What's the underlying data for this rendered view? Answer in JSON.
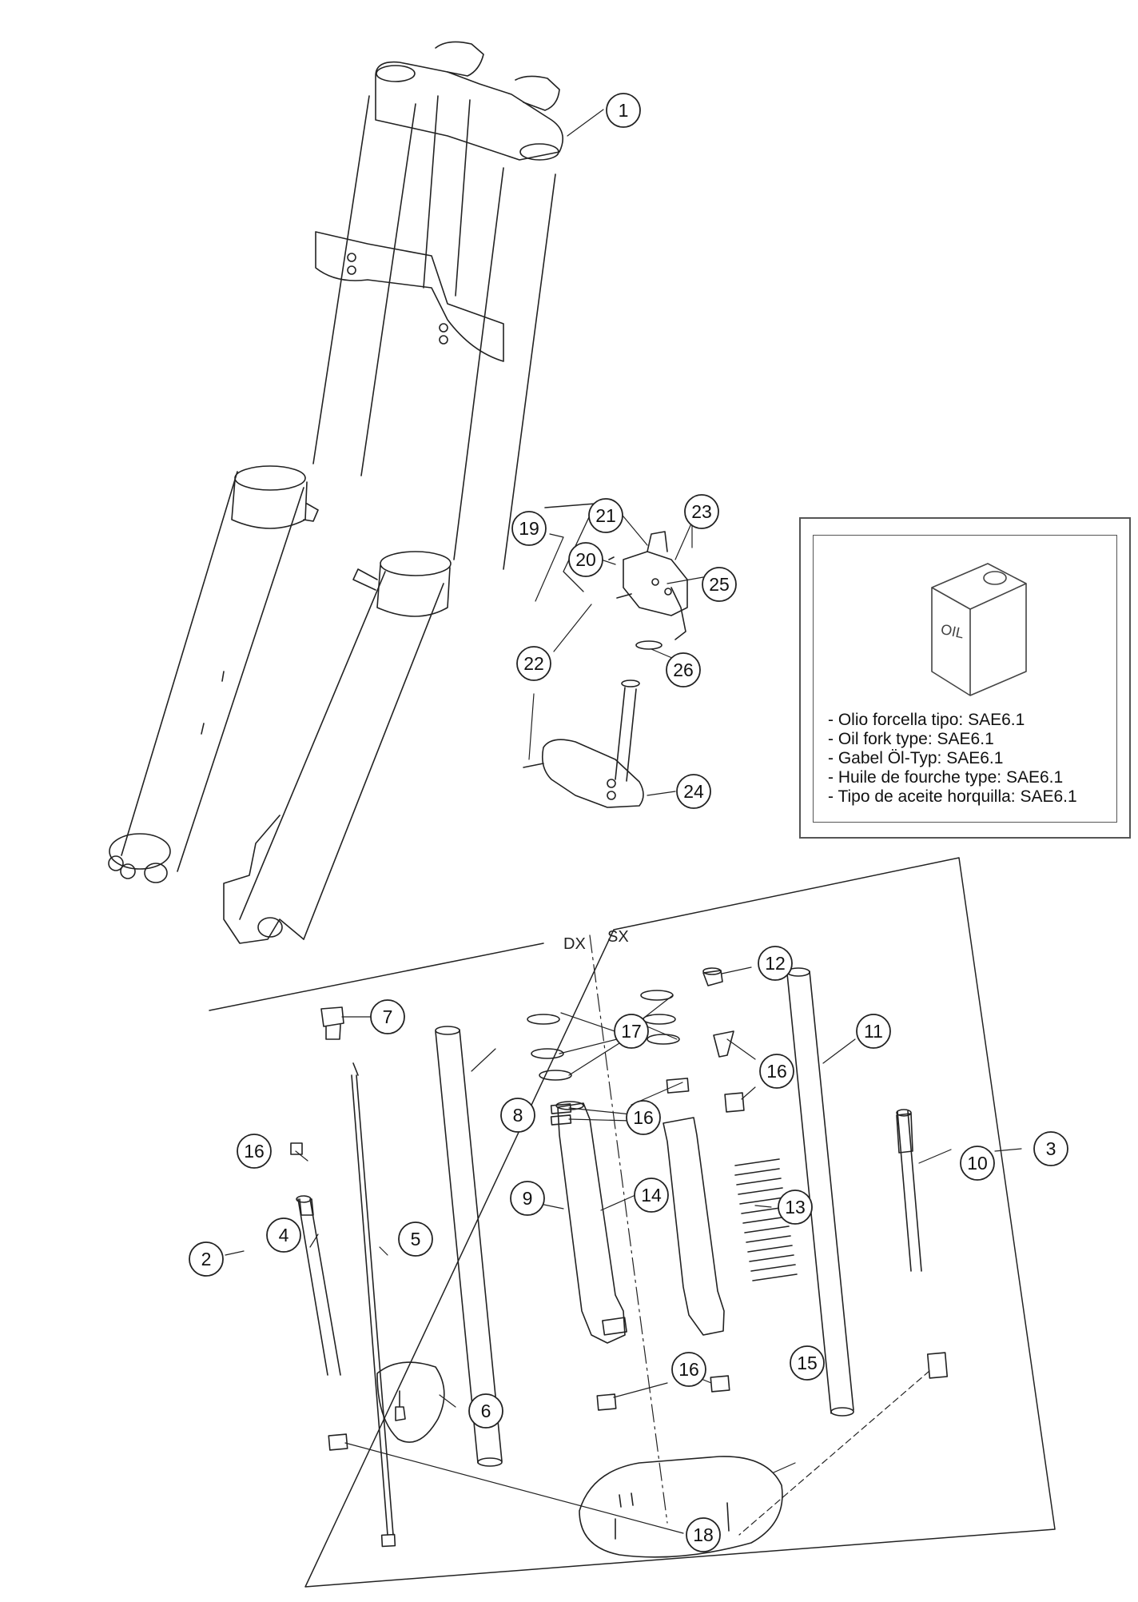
{
  "diagram": {
    "section_labels": {
      "right": "DX",
      "left": "SX"
    },
    "callouts": [
      {
        "id": "c1",
        "label": "1"
      },
      {
        "id": "c2",
        "label": "2"
      },
      {
        "id": "c3",
        "label": "3"
      },
      {
        "id": "c4",
        "label": "4"
      },
      {
        "id": "c5",
        "label": "5"
      },
      {
        "id": "c6",
        "label": "6"
      },
      {
        "id": "c7",
        "label": "7"
      },
      {
        "id": "c8",
        "label": "8"
      },
      {
        "id": "c9",
        "label": "9"
      },
      {
        "id": "c10",
        "label": "10"
      },
      {
        "id": "c11",
        "label": "11"
      },
      {
        "id": "c12",
        "label": "12"
      },
      {
        "id": "c13",
        "label": "13"
      },
      {
        "id": "c14",
        "label": "14"
      },
      {
        "id": "c15",
        "label": "15"
      },
      {
        "id": "c16a",
        "label": "16"
      },
      {
        "id": "c16b",
        "label": "16"
      },
      {
        "id": "c16c",
        "label": "16"
      },
      {
        "id": "c16d",
        "label": "16"
      },
      {
        "id": "c17",
        "label": "17"
      },
      {
        "id": "c18",
        "label": "18"
      },
      {
        "id": "c19",
        "label": "19"
      },
      {
        "id": "c20",
        "label": "20"
      },
      {
        "id": "c21",
        "label": "21"
      },
      {
        "id": "c22",
        "label": "22"
      },
      {
        "id": "c23",
        "label": "23"
      },
      {
        "id": "c24",
        "label": "24"
      },
      {
        "id": "c25",
        "label": "25"
      },
      {
        "id": "c26",
        "label": "26"
      }
    ]
  },
  "oil_box": {
    "can_label": "OIL",
    "notes": [
      "- Olio forcella tipo: SAE6.1",
      "- Oil fork type: SAE6.1",
      "- Gabel Öl-Typ: SAE6.1",
      "- Huile de fourche type: SAE6.1",
      "- Tipo de aceite horquilla: SAE6.1"
    ]
  }
}
